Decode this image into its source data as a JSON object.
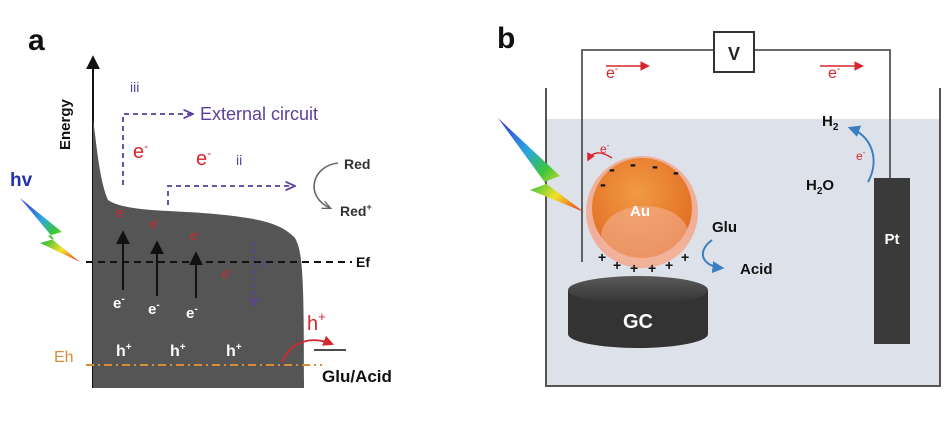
{
  "panel_a": {
    "label": "a",
    "axis_label": "Energy",
    "hv": "hv",
    "step_iii": "iii",
    "step_ii": "ii",
    "step_i": "i",
    "external_circuit": "External circuit",
    "electron": "e",
    "electron_sup": "-",
    "red": "Red",
    "red_plus": "Red",
    "red_plus_sup": "+",
    "ef": "Ef",
    "eh": "Eh",
    "hole": "h",
    "hole_sup": "+",
    "glu_acid_glu": "Glu",
    "glu_acid_slash": "/Acid"
  },
  "panel_b": {
    "label": "b",
    "voltmeter": "V",
    "electron": "e",
    "electron_sup": "-",
    "au": "Au",
    "gc": "GC",
    "pt": "Pt",
    "glu": "Glu",
    "acid": "Acid",
    "h2": "H",
    "h2_sub": "2",
    "h2o_h": "H",
    "h2o_sub": "2",
    "h2o_o": "O",
    "minus_sign": "-",
    "plus_sign": "+"
  },
  "colors": {
    "electron_red": "#d6262f",
    "purple_dash": "#5a3f9b",
    "band_dark": "#555555",
    "au_orange": "#e8792b",
    "eh_orange": "#d98b3a",
    "electrolyte": "#dde1ea"
  }
}
